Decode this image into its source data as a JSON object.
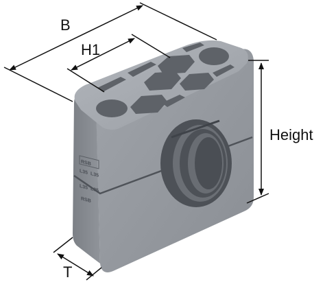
{
  "dimensions": {
    "b_label": "B",
    "h1_label": "H1",
    "height_label": "Height",
    "t_label": "T"
  },
  "engraving": {
    "logo_top": "RSB",
    "logo_bottom": "RSB",
    "size_marks": [
      "L35",
      "L35",
      "L35",
      "L35"
    ]
  },
  "colors": {
    "body": "#8c9096",
    "top_face": "#a3a7ad",
    "shadow": "#6d7177",
    "dimension_line": "#111111"
  }
}
